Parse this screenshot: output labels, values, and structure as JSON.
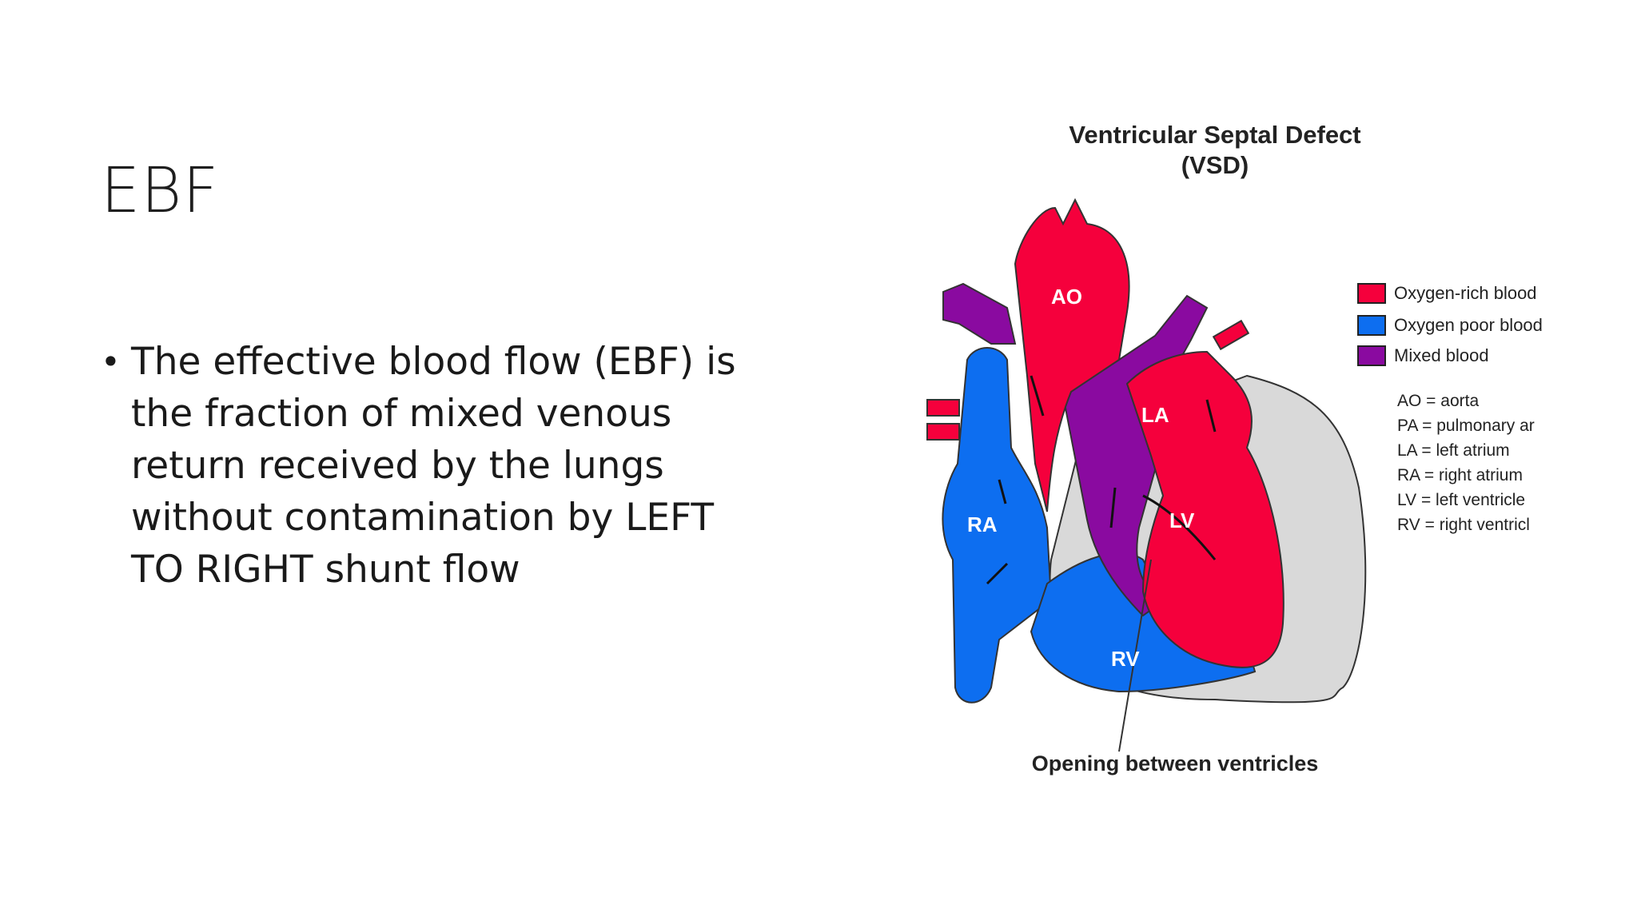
{
  "slide": {
    "title": "EBF",
    "bullets": [
      "The effective blood flow (EBF) is\nthe fraction of mixed venous\nreturn received by the lungs\nwithout contamination by LEFT\nTO RIGHT shunt flow"
    ]
  },
  "diagram": {
    "title_line1": "Ventricular Septal Defect",
    "title_line2": "(VSD)",
    "chambers": {
      "ao": "AO",
      "la": "LA",
      "ra": "RA",
      "lv": "LV",
      "rv": "RV"
    },
    "legend": [
      {
        "label": "Oxygen-rich blood",
        "color": "#f5003c"
      },
      {
        "label": "Oxygen poor blood",
        "color": "#0d6ef0"
      },
      {
        "label": "Mixed blood",
        "color": "#8a0aa0"
      }
    ],
    "abbreviations": [
      "AO = aorta",
      "PA = pulmonary ar",
      "LA = left atrium",
      "RA = right atrium",
      "LV = left ventricle",
      "RV = right ventricl"
    ],
    "caption": "Opening between ventricles",
    "colors": {
      "oxygen_rich": "#f5003c",
      "oxygen_poor": "#0d6ef0",
      "mixed": "#8a0aa0",
      "wall": "#d9d9d9"
    }
  }
}
